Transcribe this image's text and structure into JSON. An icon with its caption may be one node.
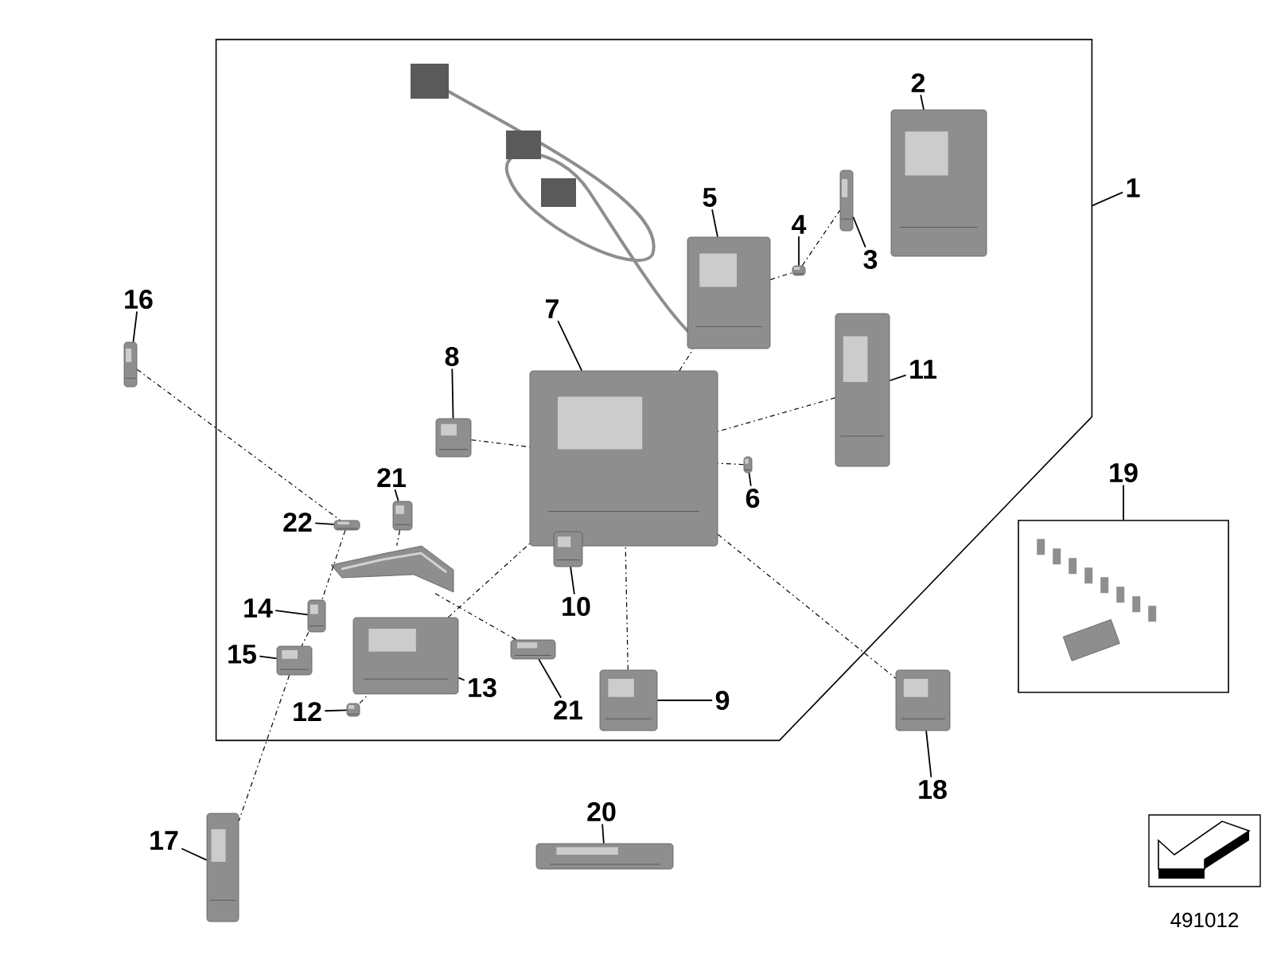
{
  "diagram": {
    "nodes": [
      {
        "text": [
          "1"
        ]
      },
      {
        "text": [],
        "shape": "box"
      },
      {
        "text": [
          "2"
        ],
        "in": 1
      },
      {
        "text": [],
        "shape": "picture",
        "in": 1
      },
      {
        "text": [
          "3"
        ],
        "in": 1
      },
      {
        "text": [],
        "shape": "picture",
        "in": 1
      },
      {
        "text": [
          "4"
        ],
        "in": 1
      },
      {
        "text": [],
        "shape": "picture",
        "in": 1
      },
      {
        "text": [
          "5"
        ],
        "in": 1
      },
      {
        "text": [],
        "shape": "picture",
        "in": 1
      },
      {
        "text": [
          "6"
        ],
        "in": 1
      },
      {
        "text": [],
        "shape": "picture",
        "in": 1
      },
      {
        "text": [
          "7"
        ],
        "in": 1
      },
      {
        "text": [],
        "shape": "picture",
        "in": 1
      },
      {
        "text": [
          "8"
        ],
        "in": 1
      },
      {
        "text": [],
        "shape": "picture",
        "in": 1
      },
      {
        "text": [
          "9"
        ],
        "in": 1
      },
      {
        "text": [],
        "shape": "picture",
        "in": 1
      },
      {
        "text": [
          "10"
        ],
        "in": 1
      },
      {
        "text": [],
        "shape": "picture",
        "in": 1
      },
      {
        "text": [
          "11"
        ],
        "in": 1
      },
      {
        "text": [],
        "shape": "picture",
        "in": 1
      },
      {
        "text": [
          "12"
        ],
        "in": 1
      },
      {
        "text": [],
        "shape": "picture",
        "in": 1
      },
      {
        "text": [
          "13"
        ],
        "in": 1
      },
      {
        "text": [],
        "shape": "picture",
        "in": 1
      },
      {
        "text": [
          "14"
        ],
        "in": 1
      },
      {
        "text": [],
        "shape": "picture",
        "in": 1
      },
      {
        "text": [
          "15"
        ],
        "in": 1
      },
      {
        "text": [],
        "shape": "picture",
        "in": 1
      },
      {
        "text": [
          "16"
        ]
      },
      {
        "text": [],
        "shape": "picture"
      },
      {
        "text": [
          "17"
        ]
      },
      {
        "text": [],
        "shape": "picture"
      },
      {
        "text": [
          "18"
        ]
      },
      {
        "text": [],
        "shape": "picture"
      },
      {
        "text": [
          "19"
        ]
      },
      {
        "text": [],
        "shape": "box"
      },
      {
        "text": [
          "20"
        ]
      },
      {
        "text": [],
        "shape": "picture"
      },
      {
        "text": [
          "21"
        ],
        "in": 1
      },
      {
        "text": [],
        "shape": "picture",
        "in": 1
      },
      {
        "text": [
          "21"
        ],
        "in": 1
      },
      {
        "text": [],
        "shape": "picture",
        "in": 1
      },
      {
        "text": [
          "22"
        ],
        "in": 1
      },
      {
        "text": [],
        "shape": "picture",
        "in": 1
      },
      {
        "text": [],
        "shape": "picture",
        "in": 1
      }
    ],
    "edges": [
      {
        "from": 0,
        "to": 1,
        "arrow": "none"
      },
      {
        "from": 2,
        "to": 3,
        "arrow": "none"
      },
      {
        "from": 4,
        "to": 5,
        "arrow": "none"
      },
      {
        "from": 6,
        "to": 7,
        "arrow": "none"
      },
      {
        "from": 8,
        "to": 9,
        "arrow": "none"
      },
      {
        "from": 10,
        "to": 11,
        "arrow": "none"
      },
      {
        "from": 12,
        "to": 13,
        "arrow": "none"
      },
      {
        "from": 14,
        "to": 15,
        "arrow": "none"
      },
      {
        "from": 16,
        "to": 17,
        "arrow": "none"
      },
      {
        "from": 18,
        "to": 19,
        "arrow": "none"
      },
      {
        "from": 20,
        "to": 21,
        "arrow": "none"
      },
      {
        "from": 22,
        "to": 23,
        "arrow": "none"
      },
      {
        "from": 24,
        "to": 25,
        "arrow": "none"
      },
      {
        "from": 26,
        "to": 27,
        "arrow": "none"
      },
      {
        "from": 28,
        "to": 29,
        "arrow": "none"
      },
      {
        "from": 30,
        "to": 31,
        "arrow": "none"
      },
      {
        "from": 32,
        "to": 33,
        "arrow": "none"
      },
      {
        "from": 34,
        "to": 35,
        "arrow": "none"
      },
      {
        "from": 36,
        "to": 37,
        "arrow": "none"
      },
      {
        "from": 38,
        "to": 39,
        "arrow": "none"
      },
      {
        "from": 40,
        "to": 41,
        "arrow": "none"
      },
      {
        "from": 42,
        "to": 43,
        "arrow": "none"
      },
      {
        "from": 44,
        "to": 45,
        "arrow": "none"
      },
      {
        "from": 31,
        "to": 45,
        "arrow": "none",
        "style": "dashed"
      },
      {
        "from": 45,
        "to": 27,
        "arrow": "none",
        "style": "dashed"
      },
      {
        "from": 27,
        "to": 29,
        "arrow": "none",
        "style": "dashed"
      },
      {
        "from": 29,
        "to": 33,
        "arrow": "none",
        "style": "dashed"
      },
      {
        "from": 15,
        "to": 13,
        "arrow": "none",
        "style": "dashed"
      },
      {
        "from": 13,
        "to": 35,
        "arrow": "none",
        "style": "dashed"
      },
      {
        "from": 23,
        "to": 25,
        "arrow": "none",
        "style": "dashed"
      },
      {
        "from": 25,
        "to": 13,
        "arrow": "none",
        "style": "dashed"
      },
      {
        "from": 13,
        "to": 9,
        "arrow": "none",
        "style": "dashed"
      },
      {
        "from": 9,
        "to": 7,
        "arrow": "none",
        "style": "dashed"
      },
      {
        "from": 7,
        "to": 5,
        "arrow": "none",
        "style": "dashed"
      },
      {
        "from": 21,
        "to": 13,
        "arrow": "none",
        "style": "dashed"
      },
      {
        "from": 17,
        "to": 13,
        "arrow": "none",
        "style": "dashed"
      },
      {
        "from": 11,
        "to": 13,
        "arrow": "none",
        "style": "dashed"
      },
      {
        "from": 41,
        "to": 46,
        "arrow": "none",
        "style": "dashed"
      },
      {
        "from": 43,
        "to": 46,
        "arrow": "none",
        "style": "dashed"
      }
    ],
    "labels": [
      "491012"
    ]
  }
}
